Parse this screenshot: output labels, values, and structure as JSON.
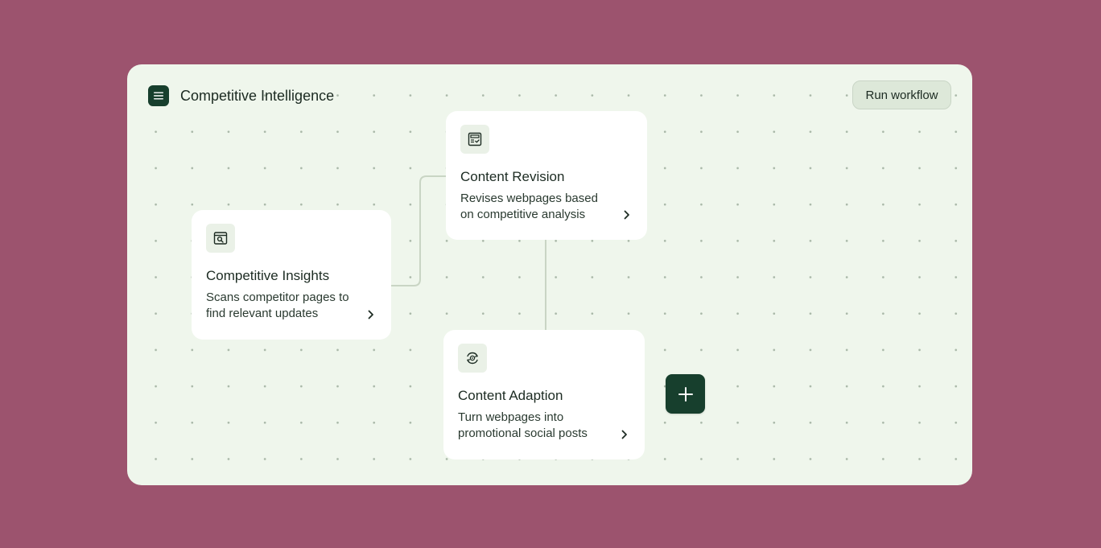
{
  "header": {
    "title": "Competitive Intelligence",
    "menu_icon": "hamburger-menu-icon",
    "run_label": "Run workflow"
  },
  "nodes": [
    {
      "id": "competitive-insights",
      "icon": "browser-search-icon",
      "title": "Competitive Insights",
      "description": "Scans competitor pages to find relevant updates"
    },
    {
      "id": "content-revision",
      "icon": "document-check-icon",
      "title": "Content Revision",
      "description": "Revises webpages based on competitive analysis"
    },
    {
      "id": "content-adaption",
      "icon": "share-refresh-icon",
      "title": "Content Adaption",
      "description": "Turn webpages into promotional social posts"
    }
  ],
  "add_button": {
    "icon": "plus-icon"
  },
  "colors": {
    "page_background": "#9c536e",
    "canvas_background": "#eff6ec",
    "accent_dark_green": "#173f2d",
    "button_background": "#dde8d9",
    "connector": "#c9d5c4",
    "card_background": "#ffffff"
  }
}
